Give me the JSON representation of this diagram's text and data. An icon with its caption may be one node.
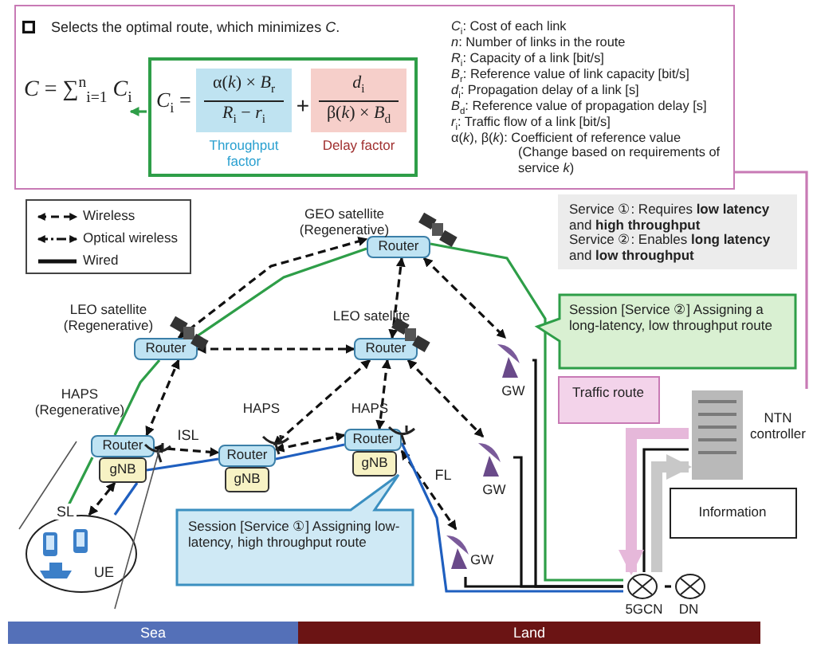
{
  "diagram": {
    "nodes": [
      {
        "text": [
          "Selects the optimal route, which minimizes *C*."
        ]
      },
      {
        "text": [
          "*C* = ∑$^{n}$$_{i=1}$ *C*$_{i}$"
        ],
        "in": 0
      },
      {
        "text": [
          "*C*$_{i}$ =",
          "+"
        ],
        "in": 0
      },
      {
        "text": [
          "α(*k*) × *B*$_{r}$",
          "*R*$_{i}$ − *r*$_{i}$",
          "Throughput factor"
        ],
        "in": 2
      },
      {
        "text": [
          "*d*$_{i}$",
          "β(*k*) × *B*$_{d}$",
          "Delay factor"
        ],
        "in": 2
      },
      {
        "text": [
          "Router"
        ],
        "beside": [
          "GEO satellite (Regenerative)"
        ]
      },
      {
        "text": [
          "Router"
        ],
        "beside": [
          "LEO satellite (Regenerative)"
        ]
      },
      {
        "text": [
          "Router"
        ],
        "beside": [
          "LEO satellite"
        ]
      },
      {
        "text": [
          "Router"
        ],
        "beside": [
          "HAPS (Regenerative)"
        ]
      },
      {
        "text": [
          "gNB"
        ]
      },
      {
        "text": [
          "Router"
        ],
        "beside": [
          "HAPS"
        ]
      },
      {
        "text": [
          "gNB"
        ]
      },
      {
        "text": [
          "Router"
        ],
        "beside": [
          "HAPS"
        ]
      },
      {
        "text": [
          "gNB"
        ]
      },
      {
        "text": [
          "UE"
        ]
      },
      {
        "text": [
          "GW"
        ]
      },
      {
        "text": [
          "GW"
        ]
      },
      {
        "text": [
          "GW"
        ]
      },
      {
        "text": [
          "5GCN"
        ]
      },
      {
        "text": [
          "DN"
        ]
      },
      {
        "text": [
          "NTN controller"
        ]
      },
      {
        "text": [
          "Service ①: Requires **low latency** and **high throughput**",
          "Service ②: Enables **long latency** and **low throughput**"
        ]
      },
      {
        "text": [
          "Session [Service ②] Assigning a long-latency, low throughput route"
        ]
      },
      {
        "text": [
          "Traffic route"
        ]
      },
      {
        "text": [
          "Information"
        ]
      },
      {
        "text": [
          "Session [Service ①] Assigning low-latency, high throughput route"
        ]
      }
    ],
    "edges": [
      {
        "from": 2,
        "to": 1,
        "arrow": "to",
        "color": "#2e9e48"
      },
      {
        "from": 6,
        "to": 5,
        "arrow": "both",
        "style": "dashed"
      },
      {
        "from": 6,
        "to": 7,
        "arrow": "both",
        "style": "dashed"
      },
      {
        "from": 7,
        "to": 5,
        "arrow": "both",
        "style": "dashed"
      },
      {
        "from": 8,
        "to": 6,
        "arrow": "both",
        "style": "dashed"
      },
      {
        "from": 8,
        "to": 10,
        "arrow": "both",
        "style": "dashed",
        "label": "ISL"
      },
      {
        "from": 10,
        "to": 12,
        "arrow": "both",
        "style": "dashed"
      },
      {
        "from": 7,
        "to": 10,
        "arrow": "both",
        "style": "dashed"
      },
      {
        "from": 7,
        "to": 12,
        "arrow": "both",
        "style": "dashed"
      },
      {
        "from": 14,
        "to": 9,
        "arrow": "both",
        "style": "dashed"
      },
      {
        "from": 5,
        "to": 15,
        "arrow": "both",
        "style": "dashed"
      },
      {
        "from": 7,
        "to": 16,
        "arrow": "both",
        "style": "dashed"
      },
      {
        "from": 12,
        "to": 17,
        "arrow": "both",
        "style": "dashed",
        "label": "FL"
      },
      {
        "from": 15,
        "to": 18,
        "arrow": "none"
      },
      {
        "from": 16,
        "to": 18,
        "arrow": "none"
      },
      {
        "from": 17,
        "to": 18,
        "arrow": "none"
      },
      {
        "from": 18,
        "to": 19,
        "arrow": "none"
      },
      {
        "from": 18,
        "to": 20,
        "arrow": "none"
      },
      {
        "from": 14,
        "to": 8,
        "arrow": "none",
        "color": "#2e9e48"
      },
      {
        "from": 8,
        "to": 6,
        "arrow": "none",
        "color": "#2e9e48"
      },
      {
        "from": 6,
        "to": 5,
        "arrow": "none",
        "color": "#2e9e48"
      },
      {
        "from": 5,
        "to": 18,
        "arrow": "none",
        "color": "#2e9e48"
      },
      {
        "from": 14,
        "to": 9,
        "arrow": "none",
        "color": "#1f5fbf"
      },
      {
        "from": 9,
        "to": 10,
        "arrow": "none",
        "color": "#1f5fbf"
      },
      {
        "from": 10,
        "to": 12,
        "arrow": "none",
        "color": "#1f5fbf"
      },
      {
        "from": 12,
        "to": 18,
        "arrow": "none",
        "color": "#1f5fbf"
      },
      {
        "from": 20,
        "to": 18,
        "arrow": "to",
        "style": "thick",
        "color": "#e6b8da"
      },
      {
        "from": 18,
        "to": 20,
        "arrow": "to",
        "style": "thick",
        "color": "#c8c8c8"
      },
      {
        "from": 0,
        "to": 20,
        "arrow": "none",
        "color": "#c87ab5"
      }
    ],
    "labels": [
      "*C*$_{i}$: Cost of each link",
      "*n*: Number of links in the route",
      "*R*$_{i}$: Capacity of a link [bit/s]",
      "*B*$_{r}$: Reference value of link capacity [bit/s]",
      "*d*$_{i}$: Propagation delay of a link [s]",
      "*B*$_{d}$: Reference value of propagation delay [s]",
      "*r*$_{i}$: Traffic flow of a link [bit/s]",
      "α(*k*), β(*k*): Coefficient of reference value (Change based on requirements of service *k*)",
      "SL",
      "Sea",
      "Land"
    ],
    "legend": [
      {
        "text": "Wireless"
      },
      {
        "text": "Optical wireless"
      },
      {
        "text": "Wired"
      }
    ]
  }
}
